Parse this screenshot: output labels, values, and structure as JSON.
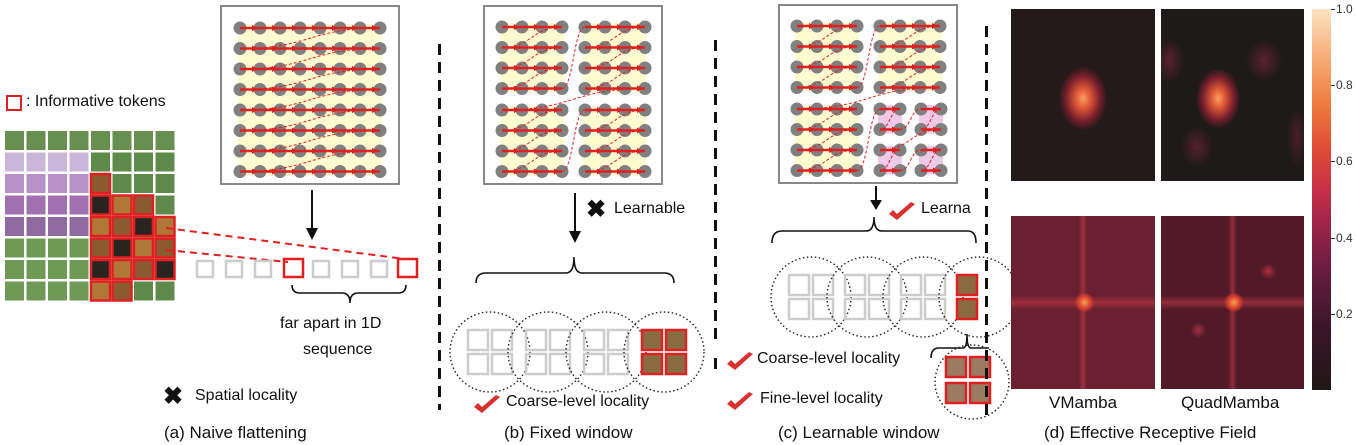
{
  "legend": {
    "informative_tokens_label": ": Informative tokens"
  },
  "panel_a": {
    "caption": "(a) Naive flattening",
    "brace_label_line1": "far apart in 1D",
    "brace_label_line2": "sequence",
    "property": {
      "icon": "cross-icon",
      "label": "Spatial locality",
      "status": "no"
    },
    "sequence_tokens": [
      "plain",
      "plain",
      "plain",
      "informative",
      "plain",
      "plain",
      "plain",
      "informative"
    ],
    "patch_grid": {
      "rows": 8,
      "cols": 8,
      "informative_cells": [
        [
          2,
          4
        ],
        [
          3,
          4
        ],
        [
          3,
          5
        ],
        [
          3,
          6
        ],
        [
          4,
          4
        ],
        [
          4,
          5
        ],
        [
          4,
          6
        ],
        [
          4,
          7
        ],
        [
          5,
          4
        ],
        [
          5,
          5
        ],
        [
          5,
          6
        ],
        [
          5,
          7
        ],
        [
          6,
          4
        ],
        [
          6,
          5
        ],
        [
          6,
          6
        ],
        [
          6,
          7
        ],
        [
          7,
          4
        ],
        [
          7,
          5
        ]
      ]
    }
  },
  "panel_b": {
    "caption": "(b) Fixed window",
    "learnable": {
      "icon": "cross-icon",
      "label": "Learnable",
      "status": "no"
    },
    "property": {
      "icon": "check-icon",
      "label": "Coarse-level locality",
      "status": "yes"
    },
    "window_groups": 4
  },
  "panel_c": {
    "caption": "(c) Learnable window",
    "learnable": {
      "icon": "check-icon",
      "label": "Learna",
      "status": "yes"
    },
    "properties": [
      {
        "icon": "check-icon",
        "label": "Coarse-level locality",
        "status": "yes"
      },
      {
        "icon": "check-icon",
        "label": "Fine-level locality",
        "status": "yes"
      }
    ],
    "window_groups": 4
  },
  "panel_d": {
    "caption": "(d) Effective Receptive Field",
    "models": [
      "VMamba",
      "QuadMamba"
    ],
    "colorbar": {
      "ticks": [
        "1.0",
        "0.8",
        "0.6",
        "0.4",
        "0.2"
      ],
      "range": [
        0.0,
        1.0
      ]
    }
  },
  "colors": {
    "accent_red": "#e02020",
    "token_grey": "#cccccc",
    "scan_highlight": "#fffbd0",
    "fine_highlight": "#f0c8e8",
    "dot_grey": "#808080"
  }
}
